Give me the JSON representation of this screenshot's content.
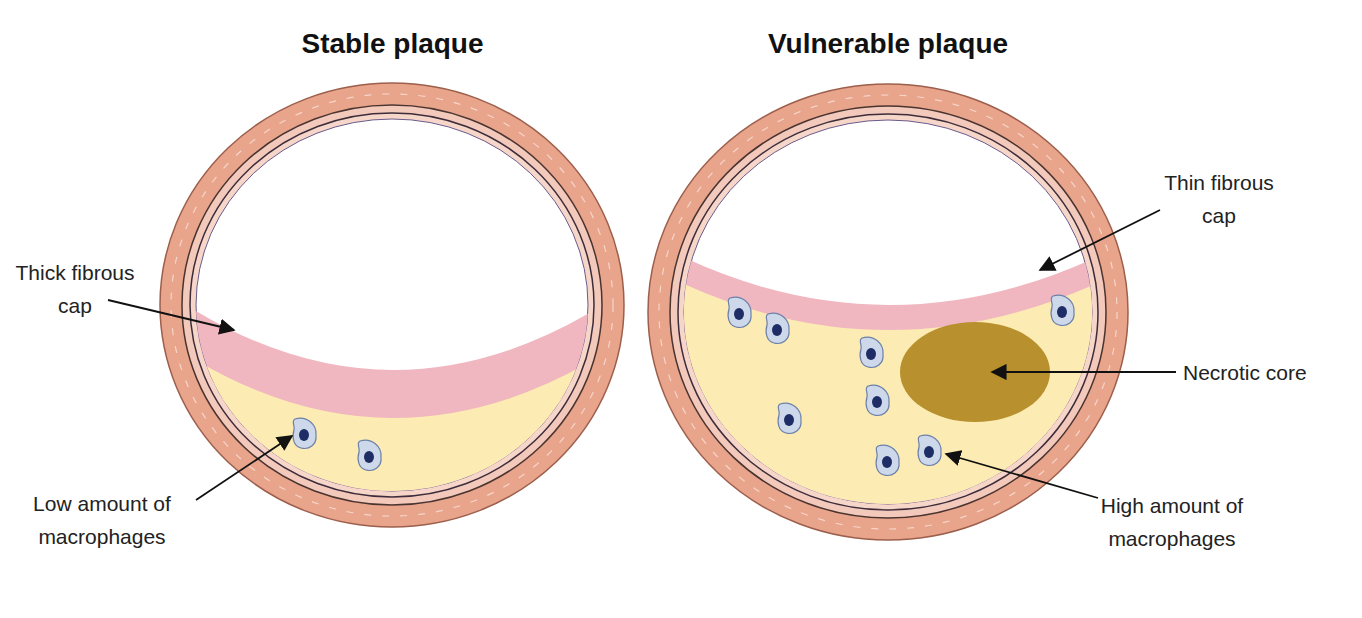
{
  "diagram": {
    "nodes": [
      {
        "text": [
          "Stable plaque"
        ]
      },
      {
        "text": [
          "Vulnerable plaque"
        ]
      }
    ],
    "labels": [
      "Thick fibrous cap",
      "Low amount of macrophages",
      "Thin fibrous cap",
      "Necrotic core",
      "High amount of macrophages"
    ]
  }
}
